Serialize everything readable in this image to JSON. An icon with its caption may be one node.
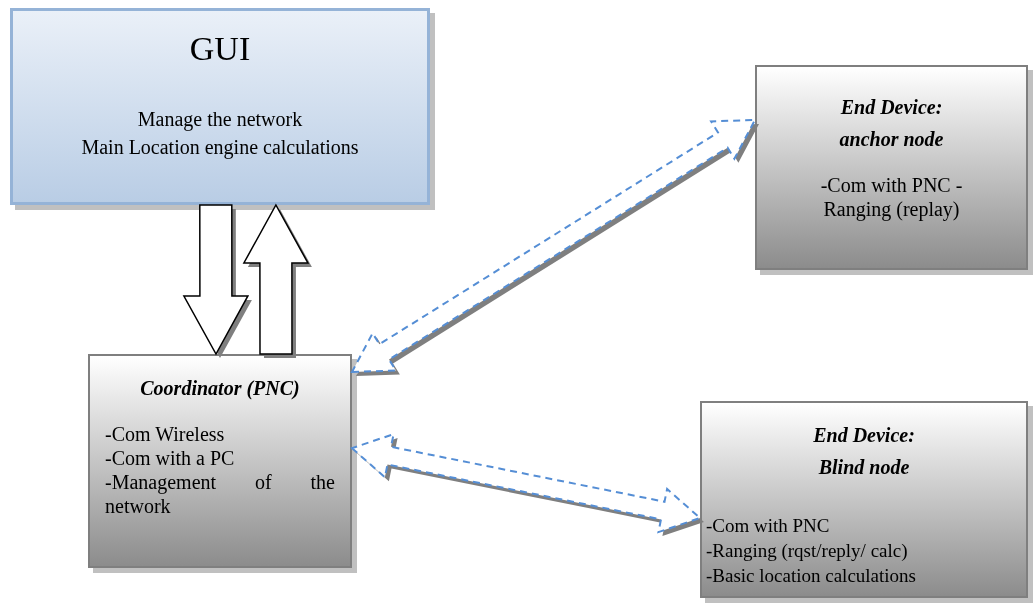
{
  "diagram": {
    "nodes": [
      {
        "text": [
          "GUI",
          "Manage the network",
          "Main Location engine calculations"
        ]
      },
      {
        "text": [
          "Coordinator (PNC)",
          "-Com Wireless",
          "-Com with a PC",
          "-Management of the network"
        ]
      },
      {
        "text": [
          "End Device: anchor node",
          "-Com with PNC - Ranging (replay)"
        ]
      },
      {
        "text": [
          "End Device: Blind node",
          "-Com with PNC",
          "-Ranging (rqst/reply/ calc)",
          "-Basic location calculations"
        ]
      }
    ],
    "edges": [
      {
        "from": 0,
        "to": 1,
        "arrow": "to"
      },
      {
        "from": 1,
        "to": 0,
        "arrow": "to"
      },
      {
        "from": 1,
        "to": 2,
        "arrow": "both",
        "style": "dashed",
        "color": "#558ed5"
      },
      {
        "from": 1,
        "to": 3,
        "arrow": "both",
        "style": "dashed",
        "color": "#558ed5"
      }
    ]
  }
}
